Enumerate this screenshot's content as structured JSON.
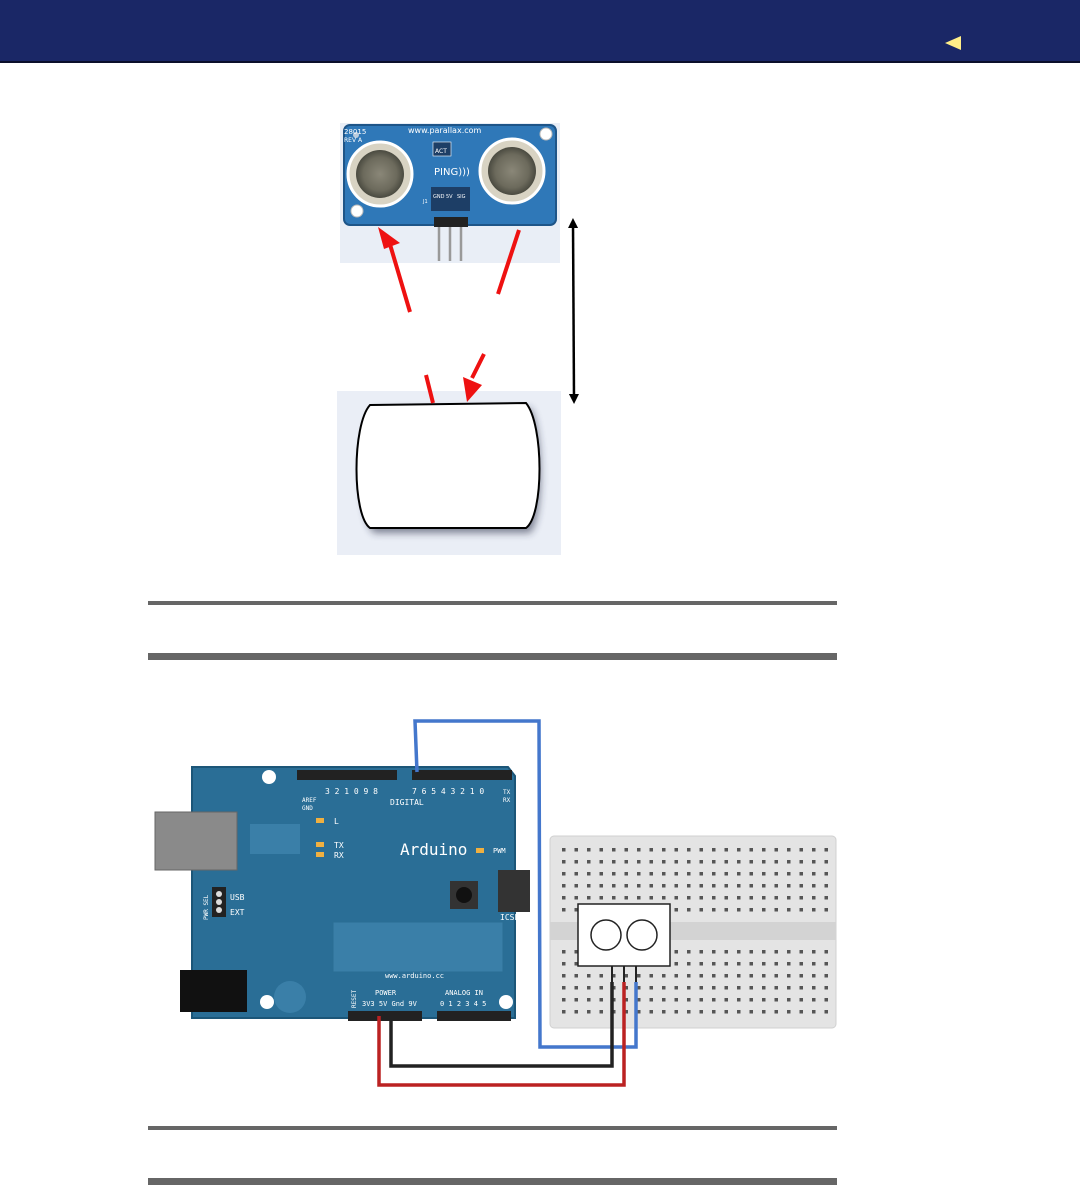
{
  "header": {
    "back_icon": "left-triangle-icon",
    "bar_color": "#1a2766",
    "back_color": "#ffee88"
  },
  "sensor": {
    "code": "28015",
    "rev": "REV A",
    "url": "www.parallax.com",
    "act": "ACT",
    "brand": "PING)))",
    "j1": "J1",
    "pins": [
      "GND",
      "5V",
      "SIG"
    ]
  },
  "arduino": {
    "brand": "Arduino",
    "url": "www.arduino.cc",
    "aref": "AREF",
    "gnd": "GND",
    "digital": "DIGITAL",
    "tx": "TX",
    "rx": "RX",
    "pwm": "PWM",
    "l": "L",
    "usb": "USB",
    "ext": "EXT",
    "pwr_sel": "PWR SEL",
    "icsp": "ICSP",
    "reset": "RESET",
    "power_label": "POWER",
    "power_pins": "3V3 5V Gnd 9V",
    "analog": "ANALOG IN",
    "analog_nums": "0 1 2 3 4 5",
    "digital_nums": "7 6 5 4 3 2 1 0",
    "digital_nums_hi": "3 2 1 0 9 8"
  },
  "colors": {
    "echo_arrows": "#ee1111",
    "wire_signal": "#4477cc",
    "wire_5v": "#bb2222",
    "wire_gnd": "#222222",
    "board": "#2a6e96"
  }
}
